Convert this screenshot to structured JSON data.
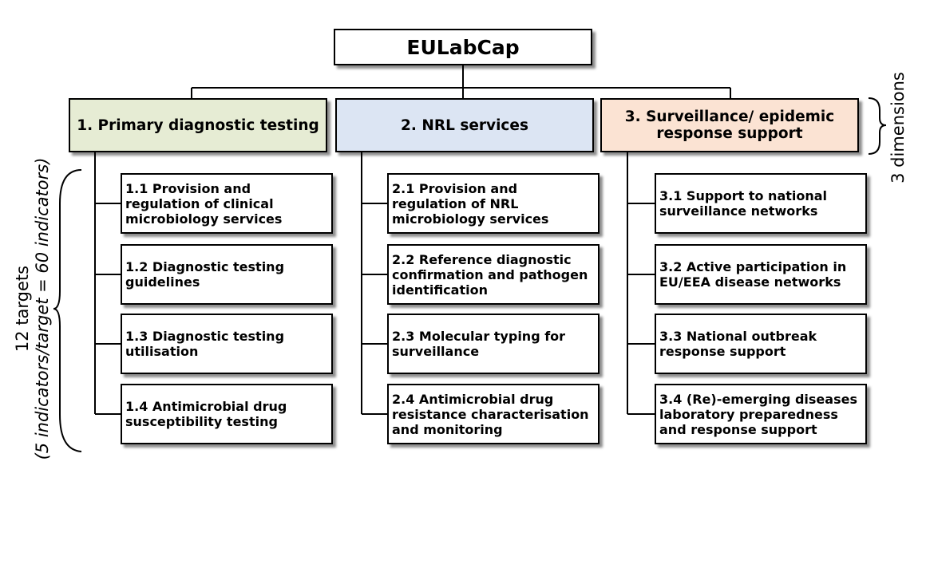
{
  "root": {
    "label": "EULabCap"
  },
  "dimensions": [
    {
      "label": "1. Primary diagnostic testing",
      "color": "#e6ecd4",
      "targets": [
        "1.1 Provision and regulation of clinical microbiology services",
        "1.2 Diagnostic testing guidelines",
        "1.3 Diagnostic testing utilisation",
        "1.4 Antimicrobial drug susceptibility testing"
      ]
    },
    {
      "label": "2. NRL services",
      "color": "#dce5f3",
      "targets": [
        "2.1 Provision and regulation of NRL microbiology services",
        "2.2 Reference diagnostic confirmation and pathogen identification",
        "2.3 Molecular typing for surveillance",
        "2.4 Antimicrobial drug resistance characterisation and monitoring"
      ]
    },
    {
      "label": "3. Surveillance/ epidemic response support",
      "color": "#fbe3d3",
      "targets": [
        "3.1 Support to national surveillance networks",
        "3.2 Active participation in EU/EEA disease networks",
        "3.3 National outbreak response support",
        "3.4 (Re)-emerging diseases laboratory preparedness and response support"
      ]
    }
  ],
  "side_labels": {
    "dimensions": "3 dimensions",
    "targets": "12 targets",
    "targets_detail": "(5 indicators/target = 60 indicators)"
  }
}
